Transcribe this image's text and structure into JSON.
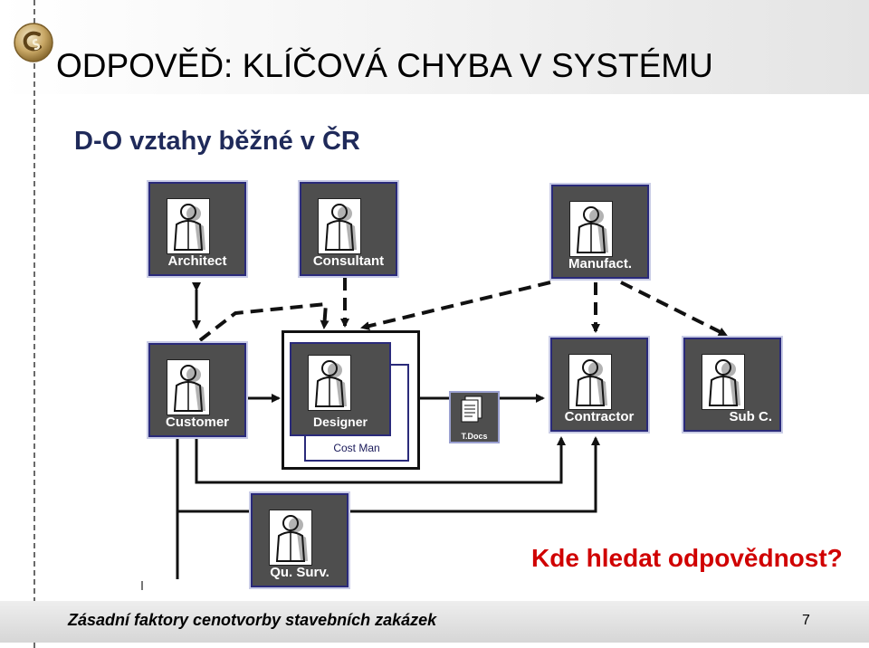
{
  "header": {
    "title": "ODPOVĚĎ: KLÍČOVÁ CHYBA V SYSTÉMU",
    "subtitle": "D-O vztahy běžné v ČR"
  },
  "diagram": {
    "nodes": {
      "architect": "Architect",
      "consultant": "Consultant",
      "manufacturer": "Manufact.",
      "customer": "Customer",
      "designer": "Designer",
      "cost_man": "Cost Man",
      "tech_docs": "T.Docs",
      "contractor": "Contractor",
      "sub_contractor": "Sub C.",
      "quantity_surveyor": "Qu. Surv."
    }
  },
  "question": "Kde hledat odpovědnost?",
  "footer": {
    "text": "Zásadní faktory cenotvorby stavebních zakázek",
    "page_number": "7"
  },
  "colors": {
    "question": "#d00000",
    "subtitle": "#1f2a5a",
    "node_fill": "#4e4e4e",
    "node_border": "#2a2a7a"
  }
}
